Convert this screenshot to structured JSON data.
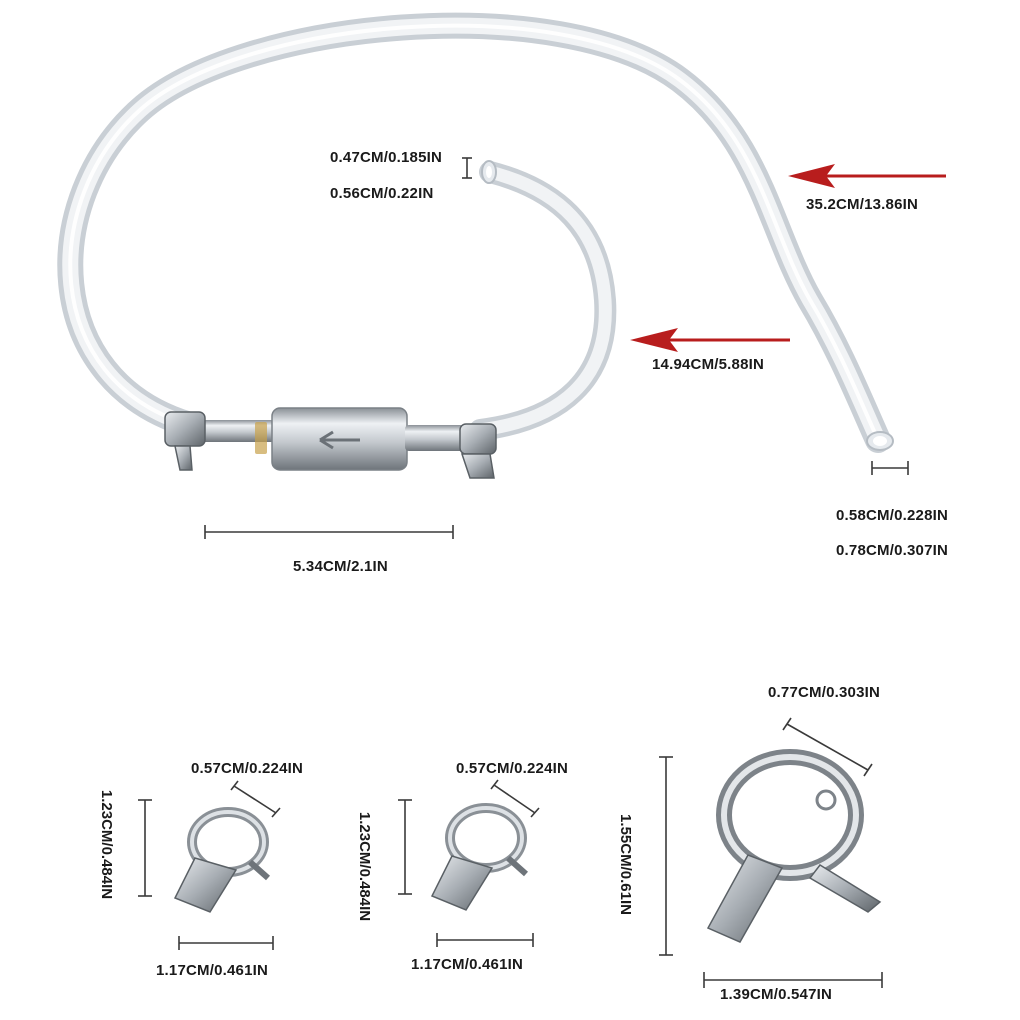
{
  "hose": {
    "inner_end_top": "0.47CM/0.185IN",
    "outer_end_top": "0.56CM/0.22IN",
    "long_length": "35.2CM/13.86IN",
    "short_length": "14.94CM/5.88IN",
    "inner_end_right": "0.58CM/0.228IN",
    "outer_end_right": "0.78CM/0.307IN",
    "filter_length": "5.34CM/2.1IN"
  },
  "clips": [
    {
      "width": "0.57CM/0.224IN",
      "height": "1.23CM/0.484IN",
      "base": "1.17CM/0.461IN"
    },
    {
      "width": "0.57CM/0.224IN",
      "height": "1.23CM/0.484IN",
      "base": "1.17CM/0.461IN"
    },
    {
      "width": "0.77CM/0.303IN",
      "height": "1.55CM/0.61IN",
      "base": "1.39CM/0.547IN"
    }
  ],
  "colors": {
    "arrow": "#b81d1d",
    "tube": "#dfe4e8",
    "metal": "#b9bec4",
    "dimension": "#3a3a3a"
  }
}
